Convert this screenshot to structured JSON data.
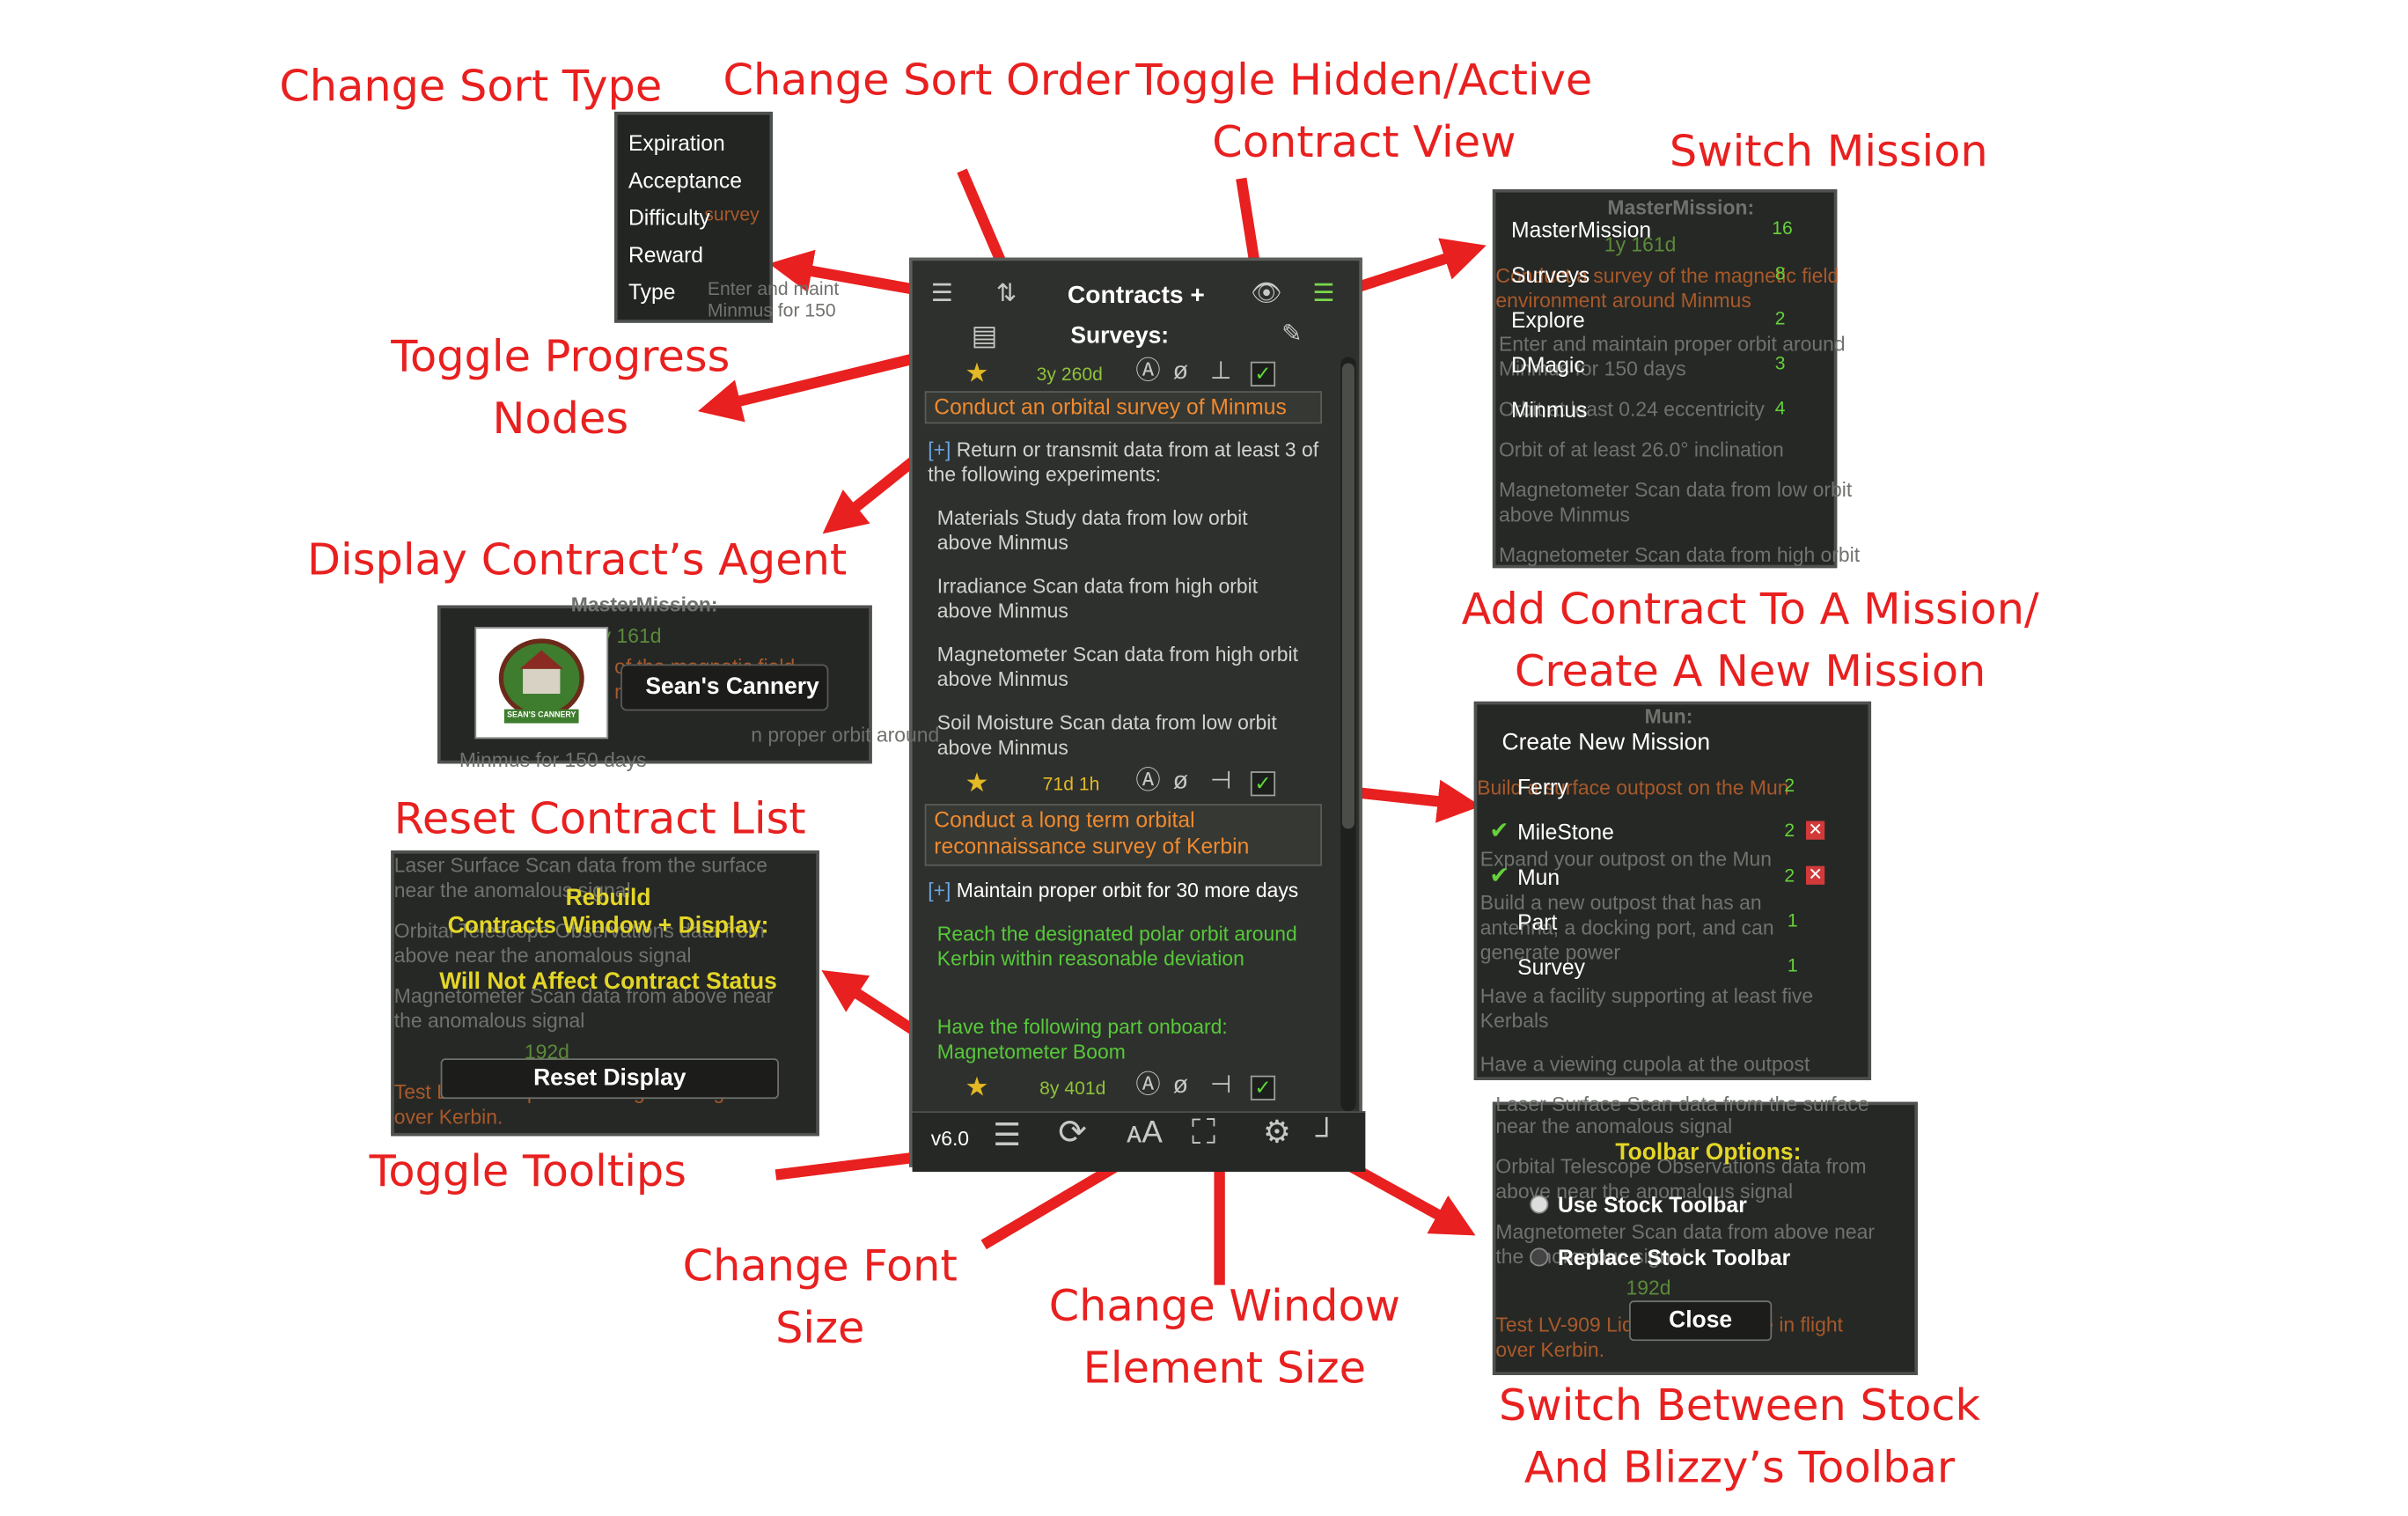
{
  "annotations": {
    "sort_type": "Change Sort Type",
    "sort_order": "Change Sort Order",
    "toggle_hidden_l1": "Toggle Hidden/Active",
    "toggle_hidden_l2": "Contract View",
    "switch_mission": "Switch Mission",
    "progress_nodes_l1": "Toggle Progress",
    "progress_nodes_l2": "Nodes",
    "agent": "Display Contract’s Agent",
    "add_mission_l1": "Add Contract To A Mission/",
    "add_mission_l2": "Create A New Mission",
    "reset_list": "Reset Contract List",
    "tooltips": "Toggle Tooltips",
    "font_l1": "Change Font",
    "font_l2": "Size",
    "element_l1": "Change Window",
    "element_l2": "Element Size",
    "toolbar_l1": "Switch Between Stock",
    "toolbar_l2": "And Blizzy’s Toolbar"
  },
  "sort_menu": {
    "items": [
      "Expiration",
      "Acceptance",
      "Difficulty",
      "Reward",
      "Type"
    ]
  },
  "main": {
    "title": "Contracts +",
    "mission": "Surveys:",
    "version": "v6.0",
    "c1": {
      "time": "3y 260d",
      "title": "Conduct an orbital survey of Minmus",
      "note": "Return or transmit data from at least 3 of the following experiments:",
      "params": [
        "Materials Study data from low orbit above Minmus",
        "Irradiance Scan data from high orbit above Minmus",
        "Magnetometer Scan data from high orbit above Minmus",
        "Soil Moisture Scan data from low orbit above Minmus"
      ]
    },
    "c2": {
      "time": "71d 1h",
      "title": "Conduct a long term orbital reconnaissance survey of Kerbin",
      "p1": "Maintain proper orbit for 30 more days",
      "p2": "Reach the designated polar orbit around Kerbin within reasonable deviation",
      "p3": "Have the following part onboard: Magnetometer Boom"
    },
    "c3": {
      "time": "8y 401d"
    }
  },
  "mission_menu": {
    "header": "MasterMission:",
    "items": [
      {
        "name": "MasterMission",
        "count": "16"
      },
      {
        "name": "Surveys",
        "count": "8"
      },
      {
        "name": "Explore",
        "count": "2"
      },
      {
        "name": "DMagic",
        "count": "3"
      },
      {
        "name": "Minmus",
        "count": "4"
      }
    ],
    "bg": [
      "Conduct a survey of the magnetic field",
      "environment around Minmus",
      "Enter and maintain proper orbit around",
      "Minmus for 150 days",
      "Orbit at least 0.24 eccentricity",
      "Orbit of at least 26.0° inclination",
      "Magnetometer Scan data from low orbit",
      "above Minmus",
      "Magnetometer Scan data from high orbit"
    ],
    "time": "1y 161d"
  },
  "agent": {
    "name": "Sean's Cannery",
    "logo_text": "SEAN'S CANNERY",
    "header": "MasterMission:",
    "time": "1y 161d"
  },
  "add_menu": {
    "header": "Mun:",
    "create": "Create New Mission",
    "items": [
      {
        "name": "Ferry",
        "count": "2",
        "checked": false
      },
      {
        "name": "MileStone",
        "count": "2",
        "checked": true
      },
      {
        "name": "Mun",
        "count": "2",
        "checked": true
      },
      {
        "name": "Part",
        "count": "1",
        "checked": false
      },
      {
        "name": "Survey",
        "count": "1",
        "checked": false
      }
    ],
    "bg": [
      "Build a surface outpost on the Mun",
      "Expand your outpost on the Mun",
      "Build a new outpost that has an",
      "antenna, a docking port, and can",
      "generate power",
      "Have a facility supporting at least five",
      "Kerbals",
      "Have a viewing cupola at the outpost"
    ]
  },
  "rebuild": {
    "title": "Rebuild",
    "line1": "Contracts Window + Display:",
    "line2": "Will Not Affect Contract Status",
    "button": "Reset Display",
    "time": "192d",
    "bg": [
      "Laser Surface Scan data from the surface",
      "near the anomalous signal",
      "Orbital Telescope Observations data from",
      "above near the anomalous signal",
      "Magnetometer Scan data from above near",
      "the anomalous signal",
      "Test LV-909 Liquid Fuel Engine in flight",
      "over Kerbin."
    ]
  },
  "toolbar": {
    "title": "Toolbar Options:",
    "opt1": "Use Stock Toolbar",
    "opt2": "Replace Stock Toolbar",
    "close": "Close",
    "time": "192d",
    "bg": [
      "Laser Surface Scan data from the surface",
      "near the anomalous signal",
      "Orbital Telescope Observations data from",
      "above near the anomalous signal",
      "Magnetometer Scan data from above near",
      "the anomalous signal",
      "Test LV-909 Liquid Fuel Engine in flight",
      "over Kerbin."
    ]
  },
  "colors": {
    "annotation": "#e8201f",
    "panel_bg": "#2b2d2a",
    "title_orange": "#f08a2e",
    "green": "#64d23a",
    "yellow": "#e4d628"
  }
}
